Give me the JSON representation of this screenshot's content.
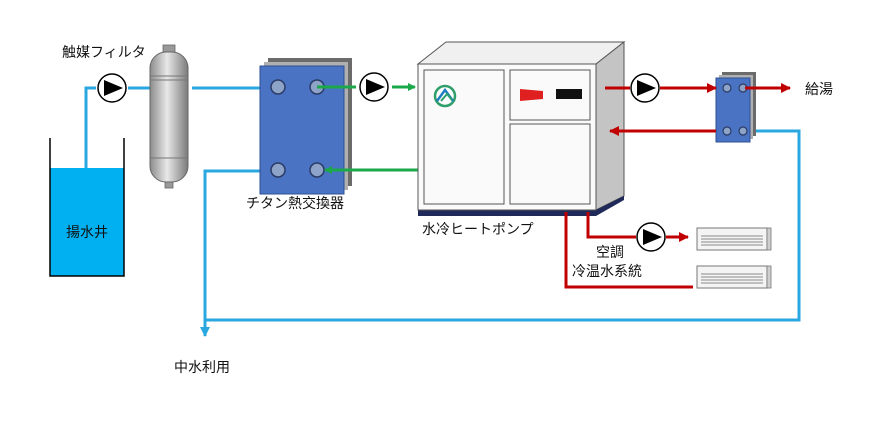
{
  "labels": {
    "catalyst_filter": "触媒フィルタ",
    "well": "揚水井",
    "titanium_hx": "チタン熱交換器",
    "heat_pump": "水冷ヒートポンプ",
    "hot_water_supply": "給湯",
    "air_conditioning": "空調",
    "chilled_hot_water_system": "冷温水系統",
    "greywater_use": "中水利用"
  },
  "colors": {
    "groundwater_line": "#29a8e0",
    "loop_line": "#1aa84a",
    "heating_line": "#c00000",
    "hx_body": "#4a73c4",
    "well_water": "#00b0f0",
    "panel_dark": "#1f2a5a"
  },
  "icons": [
    "pump-icon",
    "heat-pump-logo-icon",
    "ac-unit-icon"
  ]
}
